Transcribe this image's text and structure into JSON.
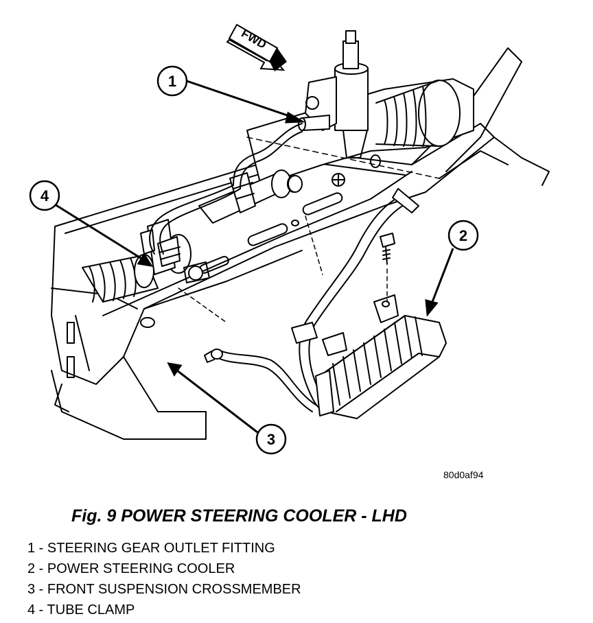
{
  "direction_label": "FWD",
  "callouts": [
    "1",
    "2",
    "3",
    "4"
  ],
  "figure_code": "80d0af94",
  "figure_title": "Fig. 9 POWER STEERING COOLER - LHD",
  "legend": [
    "1 - STEERING GEAR OUTLET FITTING",
    "2 - POWER STEERING COOLER",
    "3 - FRONT SUSPENSION CROSSMEMBER",
    "4 - TUBE CLAMP"
  ]
}
